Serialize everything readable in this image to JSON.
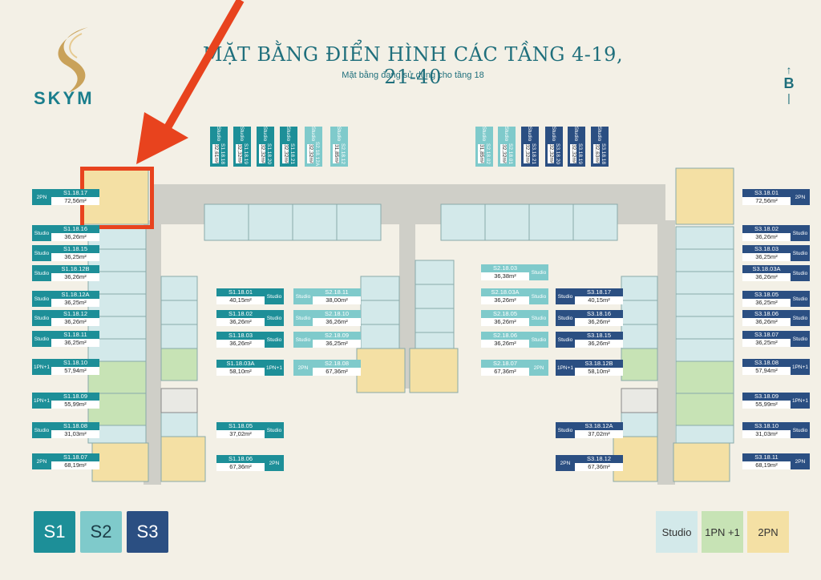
{
  "brand": {
    "logo_text": "SKYM"
  },
  "header": {
    "title": "MẶT BẰNG ĐIỂN HÌNH CÁC TẦNG 4-19, 21-40",
    "subtitle": "Mặt bằng đang sử dụng cho tầng 18",
    "north": "B"
  },
  "colors": {
    "s1": "#1d8f98",
    "s2": "#7fcacb",
    "s3": "#2b4f82",
    "studio": "#d3e9ea",
    "onepn": "#c7e3b5",
    "twopn": "#f4e0a4",
    "arrow": "#e8431e"
  },
  "left_labels": [
    {
      "type": "2PN",
      "code": "S1.18.17",
      "area": "72,56m²"
    },
    {
      "type": "Studio",
      "code": "S1.18.16",
      "area": "36,26m²"
    },
    {
      "type": "Studio",
      "code": "S1.18.15",
      "area": "36,25m²"
    },
    {
      "type": "Studio",
      "code": "S1.18.12B",
      "area": "36,26m²"
    },
    {
      "type": "Studio",
      "code": "S1.18.12A",
      "area": "36,25m²"
    },
    {
      "type": "Studio",
      "code": "S1.18.12",
      "area": "36,26m²"
    },
    {
      "type": "Studio",
      "code": "S1.18.11",
      "area": "36,25m²"
    },
    {
      "type": "1PN+1",
      "code": "S1.18.10",
      "area": "57,94m²"
    },
    {
      "type": "1PN+1",
      "code": "S1.18.09",
      "area": "55,99m²"
    },
    {
      "type": "Studio",
      "code": "S1.18.08",
      "area": "31,03m²"
    },
    {
      "type": "2PN",
      "code": "S1.18.07",
      "area": "68,19m²"
    }
  ],
  "right_labels": [
    {
      "type": "2PN",
      "code": "S3.18.01",
      "area": "72,56m²"
    },
    {
      "type": "Studio",
      "code": "S3.18.02",
      "area": "36,26m²"
    },
    {
      "type": "Studio",
      "code": "S3.18.03",
      "area": "36,25m²"
    },
    {
      "type": "Studio",
      "code": "S3.18.03A",
      "area": "36,26m²"
    },
    {
      "type": "Studio",
      "code": "S3.18.05",
      "area": "36,25m²"
    },
    {
      "type": "Studio",
      "code": "S3.18.06",
      "area": "36,26m²"
    },
    {
      "type": "Studio",
      "code": "S3.18.07",
      "area": "36,25m²"
    },
    {
      "type": "1PN+1",
      "code": "S3.18.08",
      "area": "57,94m²"
    },
    {
      "type": "1PN+1",
      "code": "S3.18.09",
      "area": "55,99m²"
    },
    {
      "type": "Studio",
      "code": "S3.18.10",
      "area": "31,03m²"
    },
    {
      "type": "2PN",
      "code": "S3.18.11",
      "area": "68,19m²"
    }
  ],
  "inner_left_labels": [
    {
      "type": "Studio",
      "code": "S1.18.01",
      "area": "40,15m²"
    },
    {
      "type": "Studio",
      "code": "S1.18.02",
      "area": "36,26m²"
    },
    {
      "type": "Studio",
      "code": "S1.18.03",
      "area": "36,26m²"
    },
    {
      "type": "1PN+1",
      "code": "S1.18.03A",
      "area": "58,10m²"
    },
    {
      "type": "Studio",
      "code": "S1.18.05",
      "area": "37,02m²"
    },
    {
      "type": "2PN",
      "code": "S1.18.06",
      "area": "67,36m²"
    }
  ],
  "inner_right_labels": [
    {
      "type": "Studio",
      "code": "S3.18.17",
      "area": "40,15m²"
    },
    {
      "type": "Studio",
      "code": "S3.18.16",
      "area": "36,26m²"
    },
    {
      "type": "Studio",
      "code": "S3.18.15",
      "area": "36,26m²"
    },
    {
      "type": "1PN+1",
      "code": "S3.18.12B",
      "area": "58,10m²"
    },
    {
      "type": "Studio",
      "code": "S3.18.12A",
      "area": "37,02m²"
    },
    {
      "type": "2PN",
      "code": "S3.18.12",
      "area": "67,36m²"
    }
  ],
  "center_left_labels": [
    {
      "type": "Studio",
      "code": "S2.18.11",
      "area": "38,00m²"
    },
    {
      "type": "Studio",
      "code": "S2.18.10",
      "area": "36,26m²"
    },
    {
      "type": "Studio",
      "code": "S2.18.09",
      "area": "36,25m²"
    },
    {
      "type": "2PN",
      "code": "S2.18.08",
      "area": "67,36m²"
    }
  ],
  "center_right_labels": [
    {
      "type": "Studio",
      "code": "S2.18.03",
      "area": "36,38m²"
    },
    {
      "type": "Studio",
      "code": "S2.18.03A",
      "area": "36,26m²"
    },
    {
      "type": "Studio",
      "code": "S2.18.05",
      "area": "36,26m²"
    },
    {
      "type": "Studio",
      "code": "S2.18.06",
      "area": "36,26m²"
    },
    {
      "type": "2PN",
      "code": "S2.18.07",
      "area": "67,36m²"
    }
  ],
  "top_left_labels": [
    {
      "type": "Studio",
      "code": "S1.18.18",
      "area": "32,61m²",
      "tone": "c1"
    },
    {
      "type": "Studio",
      "code": "S1.18.19",
      "area": "32,32m²",
      "tone": "c1"
    },
    {
      "type": "Studio",
      "code": "S1.18.20",
      "area": "32,32m²",
      "tone": "c1"
    },
    {
      "type": "Studio",
      "code": "S1.18.21",
      "area": "32,32m²",
      "tone": "c1"
    },
    {
      "type": "Studio",
      "code": "S2.18.12A",
      "area": "32,32m²",
      "tone": "c2"
    },
    {
      "type": "Studio",
      "code": "S2.18.12",
      "area": "31,85m²",
      "tone": "c2"
    }
  ],
  "top_right_labels": [
    {
      "type": "Studio",
      "code": "S2.18.02",
      "area": "31,85m²",
      "tone": "c2"
    },
    {
      "type": "Studio",
      "code": "S2.18.01",
      "area": "32,32m²",
      "tone": "c2"
    },
    {
      "type": "Studio",
      "code": "S3.18.21",
      "area": "32,32m²",
      "tone": "c3"
    },
    {
      "type": "Studio",
      "code": "S3.18.20",
      "area": "32,32m²",
      "tone": "c3"
    },
    {
      "type": "Studio",
      "code": "S3.18.19",
      "area": "32,32m²",
      "tone": "c3"
    },
    {
      "type": "Studio",
      "code": "S3.18.18",
      "area": "32,63m²",
      "tone": "c3"
    }
  ],
  "legend": {
    "blocks": [
      "S1",
      "S2",
      "S3"
    ],
    "types": [
      "Studio",
      "1PN +1",
      "2PN"
    ]
  }
}
